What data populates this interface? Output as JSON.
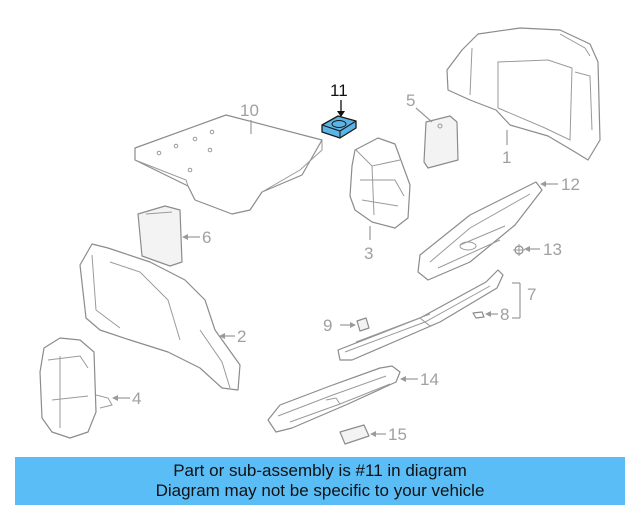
{
  "diagram": {
    "callouts": {
      "c1": "1",
      "c2": "2",
      "c3": "3",
      "c4": "4",
      "c5": "5",
      "c6": "6",
      "c7": "7",
      "c8": "8",
      "c9": "9",
      "c10": "10",
      "c11": "11",
      "c12": "12",
      "c13": "13",
      "c14": "14",
      "c15": "15"
    },
    "highlight_color": "#5ab4e6"
  },
  "banner": {
    "line1": "Part or sub-assembly is #11 in diagram",
    "line2": "Diagram may not be specific to your vehicle",
    "color": "#5bbdf5"
  }
}
